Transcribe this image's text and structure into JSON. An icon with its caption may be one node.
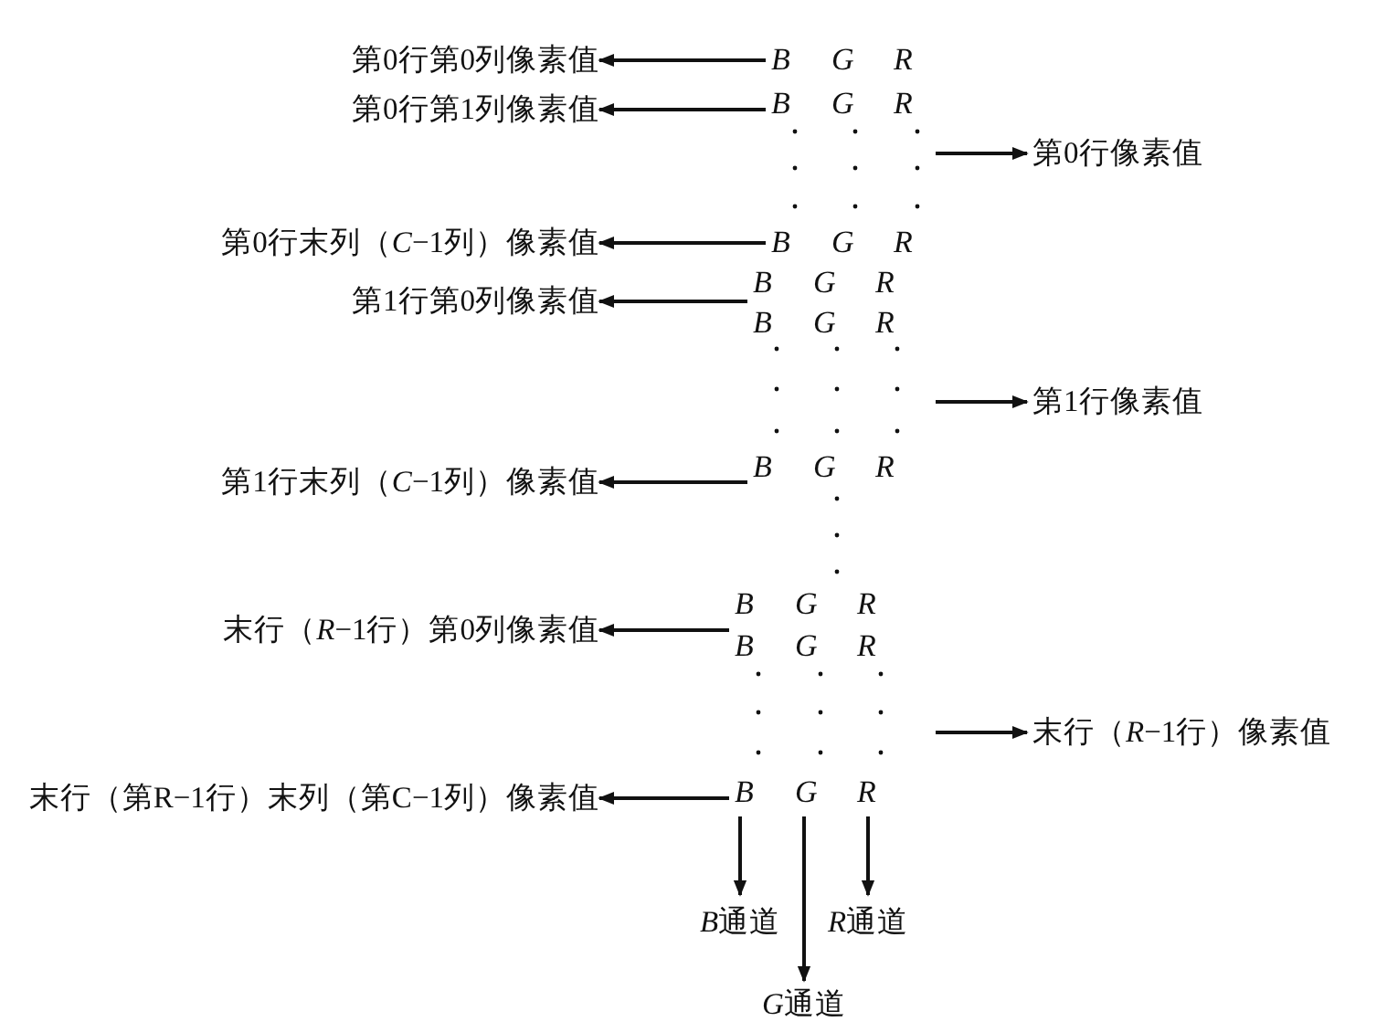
{
  "diagram": {
    "nodes": [
      {
        "text": [
          "第0行第0列像素值"
        ]
      },
      {
        "text": [
          "B",
          "G",
          "R"
        ]
      },
      {
        "text": [
          "第0行第1列像素值"
        ]
      },
      {
        "text": [
          "B",
          "G",
          "R"
        ]
      },
      {
        "text": [
          "第0行像素值"
        ]
      },
      {
        "text": [
          "第0行末列（*C*−1列）像素值"
        ]
      },
      {
        "text": [
          "B",
          "G",
          "R"
        ]
      },
      {
        "text": [
          "第1行第0列像素值"
        ]
      },
      {
        "text": [
          "B",
          "G",
          "R"
        ]
      },
      {
        "text": [
          "B",
          "G",
          "R"
        ]
      },
      {
        "text": [
          "第1行像素值"
        ]
      },
      {
        "text": [
          "第1行末列（*C*−1列）像素值"
        ]
      },
      {
        "text": [
          "B",
          "G",
          "R"
        ]
      },
      {
        "text": [
          "末行（*R*−1行）第0列像素值"
        ]
      },
      {
        "text": [
          "B",
          "G",
          "R"
        ]
      },
      {
        "text": [
          "B",
          "G",
          "R"
        ]
      },
      {
        "text": [
          "末行（*R*−1行）像素值"
        ]
      },
      {
        "text": [
          "末行（第R−1行）末列（第C−1列）像素值"
        ]
      },
      {
        "text": [
          "B",
          "G",
          "R"
        ]
      },
      {
        "text": [
          "B",
          "通道"
        ]
      },
      {
        "text": [
          "R",
          "通道"
        ]
      },
      {
        "text": [
          "G",
          "通道"
        ]
      }
    ],
    "edges": [
      {
        "from": 1,
        "to": 0,
        "arrow": "to"
      },
      {
        "from": 3,
        "to": 2,
        "arrow": "to"
      },
      {
        "from": null,
        "to": 4,
        "arrow": "to"
      },
      {
        "from": 6,
        "to": 5,
        "arrow": "to"
      },
      {
        "from": 8,
        "to": 7,
        "arrow": "to"
      },
      {
        "from": null,
        "to": 10,
        "arrow": "to"
      },
      {
        "from": 12,
        "to": 11,
        "arrow": "to"
      },
      {
        "from": 14,
        "to": 13,
        "arrow": "to"
      },
      {
        "from": null,
        "to": 16,
        "arrow": "to"
      },
      {
        "from": 18,
        "to": 17,
        "arrow": "to"
      },
      {
        "from": 18,
        "to": 19,
        "arrow": "to"
      },
      {
        "from": 18,
        "to": 21,
        "arrow": "to"
      },
      {
        "from": 18,
        "to": 20,
        "arrow": "to"
      }
    ]
  }
}
